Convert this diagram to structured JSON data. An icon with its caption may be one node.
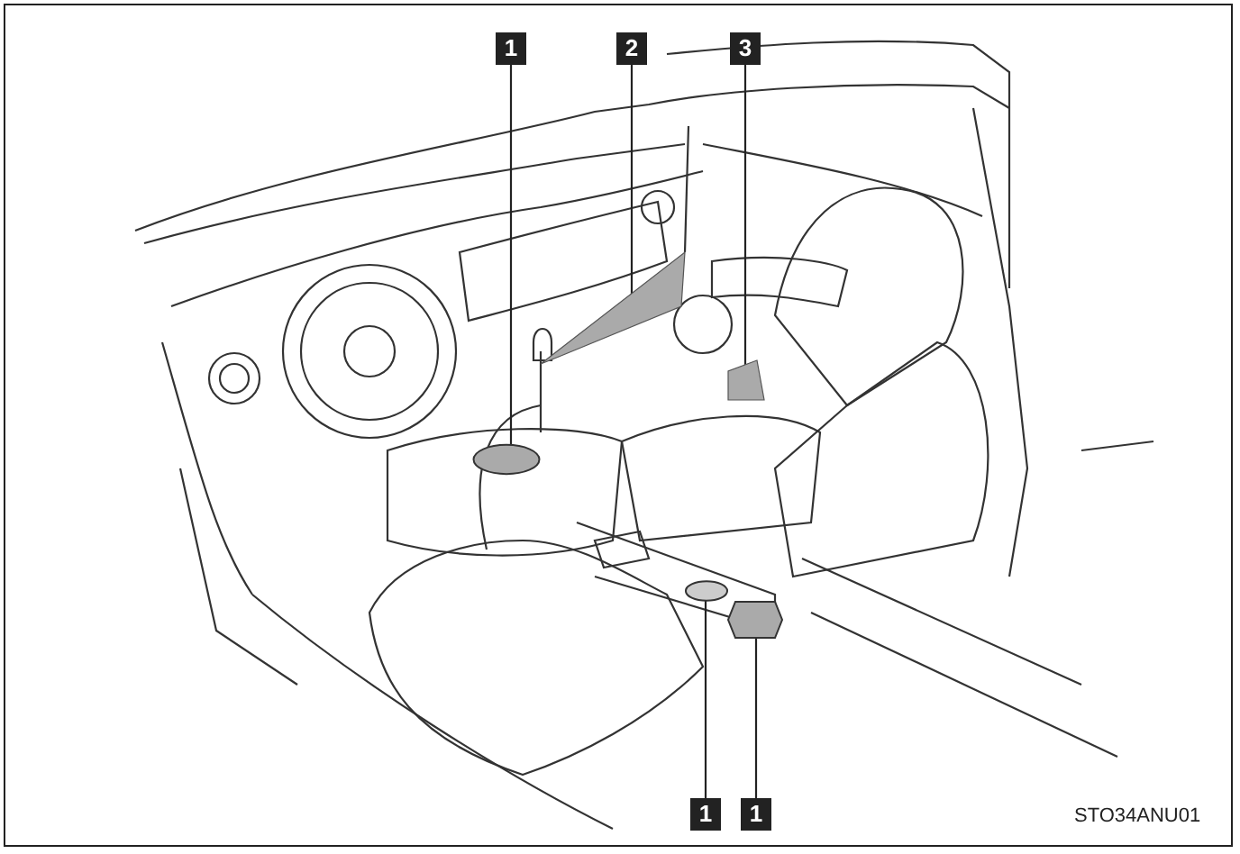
{
  "diagram": {
    "nodes": [
      {
        "text": [
          "1"
        ]
      },
      {
        "text": [
          "2"
        ]
      },
      {
        "text": [
          "3"
        ]
      },
      {
        "text": [],
        "shape": "circle"
      },
      {
        "text": [],
        "shape": "picture"
      },
      {
        "text": [],
        "shape": "picture"
      },
      {
        "text": [
          "1"
        ]
      },
      {
        "text": [
          "1"
        ]
      },
      {
        "text": [],
        "shape": "circle"
      },
      {
        "text": [],
        "shape": "picture"
      }
    ],
    "edges": [
      {
        "from": 0,
        "to": 3,
        "arrow": "none"
      },
      {
        "from": 1,
        "to": 4,
        "arrow": "none"
      },
      {
        "from": 2,
        "to": 5,
        "arrow": "none"
      },
      {
        "from": 6,
        "to": 8,
        "arrow": "none"
      },
      {
        "from": 7,
        "to": 9,
        "arrow": "none"
      }
    ],
    "labels": [
      "STO34ANU01"
    ]
  }
}
